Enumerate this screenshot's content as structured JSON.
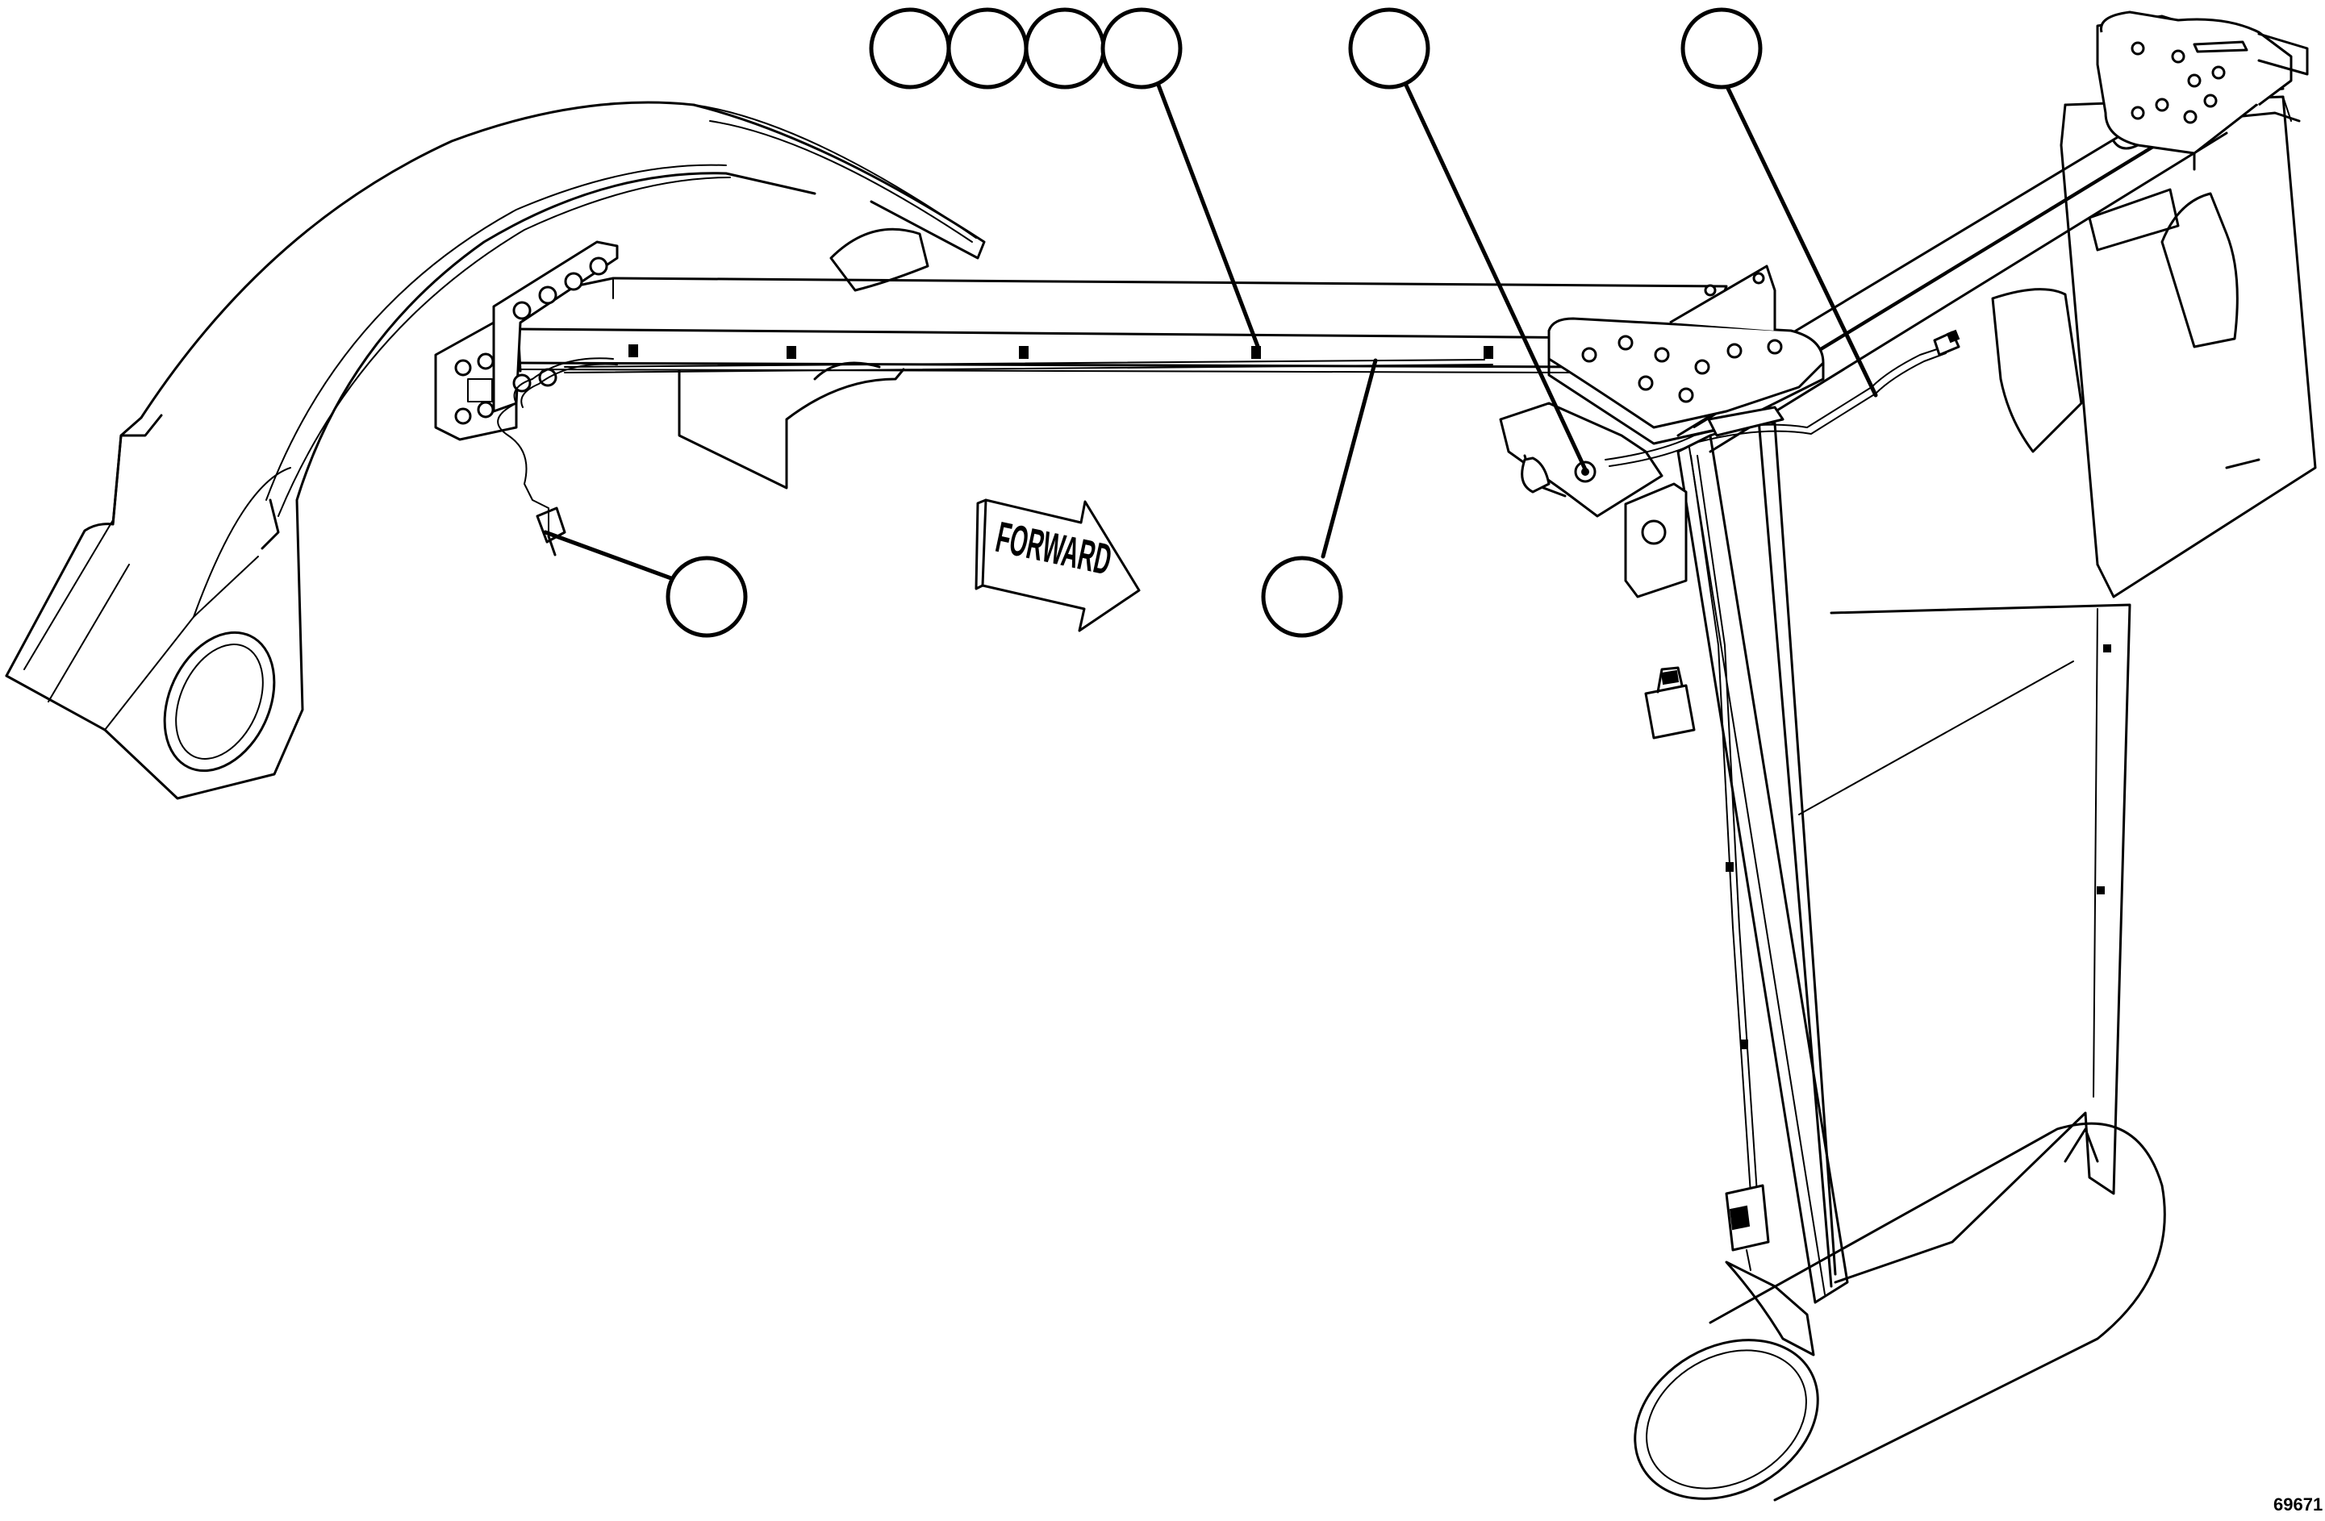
{
  "forward_arrow_label": "FORWARD",
  "figure_number": "69671",
  "callouts": [
    {
      "id": "callout-1",
      "label": ""
    },
    {
      "id": "callout-2",
      "label": ""
    },
    {
      "id": "callout-3",
      "label": ""
    },
    {
      "id": "callout-4",
      "label": ""
    },
    {
      "id": "callout-5",
      "label": ""
    },
    {
      "id": "callout-6",
      "label": ""
    },
    {
      "id": "callout-7",
      "label": ""
    },
    {
      "id": "callout-8",
      "label": ""
    }
  ]
}
